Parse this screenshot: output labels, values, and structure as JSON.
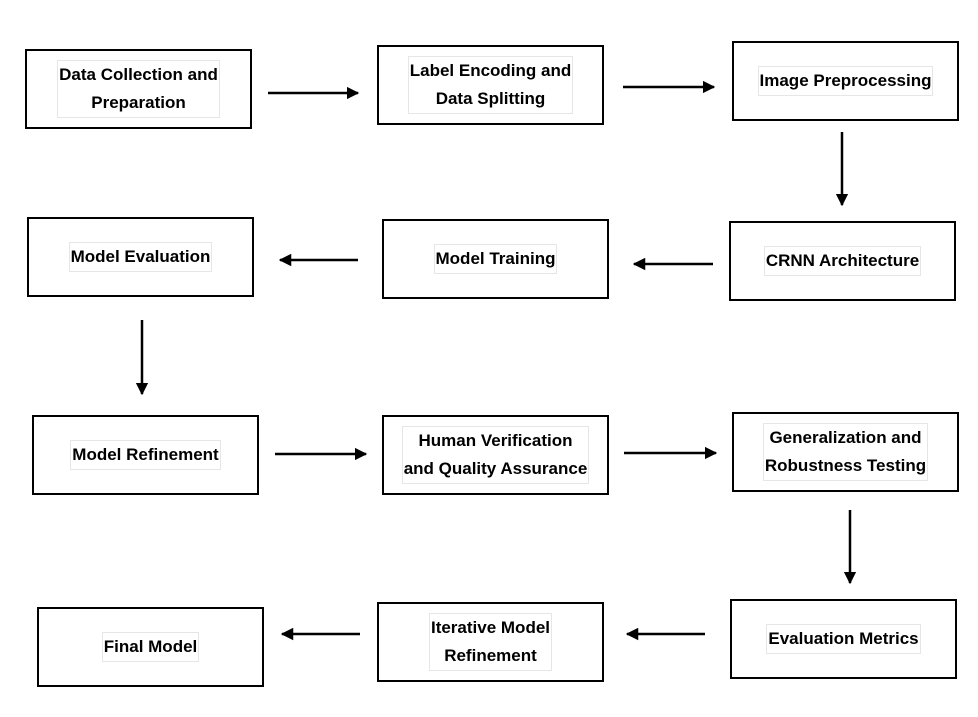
{
  "nodes": [
    {
      "id": "data-collection",
      "label": "Data Collection and\nPreparation"
    },
    {
      "id": "label-encoding",
      "label": "Label Encoding and\nData Splitting"
    },
    {
      "id": "image-preprocessing",
      "label": "Image Preprocessing"
    },
    {
      "id": "crnn-architecture",
      "label": "CRNN Architecture"
    },
    {
      "id": "model-training",
      "label": "Model Training"
    },
    {
      "id": "model-evaluation",
      "label": "Model Evaluation"
    },
    {
      "id": "model-refinement",
      "label": "Model Refinement"
    },
    {
      "id": "human-verification",
      "label": "Human Verification\nand Quality Assurance"
    },
    {
      "id": "generalization-testing",
      "label": "Generalization and\nRobustness Testing"
    },
    {
      "id": "evaluation-metrics",
      "label": "Evaluation Metrics"
    },
    {
      "id": "iterative-refinement",
      "label": "Iterative Model\nRefinement"
    },
    {
      "id": "final-model",
      "label": "Final Model"
    }
  ],
  "edges": [
    {
      "from": "data-collection",
      "to": "label-encoding"
    },
    {
      "from": "label-encoding",
      "to": "image-preprocessing"
    },
    {
      "from": "image-preprocessing",
      "to": "crnn-architecture"
    },
    {
      "from": "crnn-architecture",
      "to": "model-training"
    },
    {
      "from": "model-training",
      "to": "model-evaluation"
    },
    {
      "from": "model-evaluation",
      "to": "model-refinement"
    },
    {
      "from": "model-refinement",
      "to": "human-verification"
    },
    {
      "from": "human-verification",
      "to": "generalization-testing"
    },
    {
      "from": "generalization-testing",
      "to": "evaluation-metrics"
    },
    {
      "from": "evaluation-metrics",
      "to": "iterative-refinement"
    },
    {
      "from": "iterative-refinement",
      "to": "final-model"
    }
  ],
  "colors": {
    "border": "#000000",
    "background": "#ffffff",
    "arrow": "#000000"
  }
}
